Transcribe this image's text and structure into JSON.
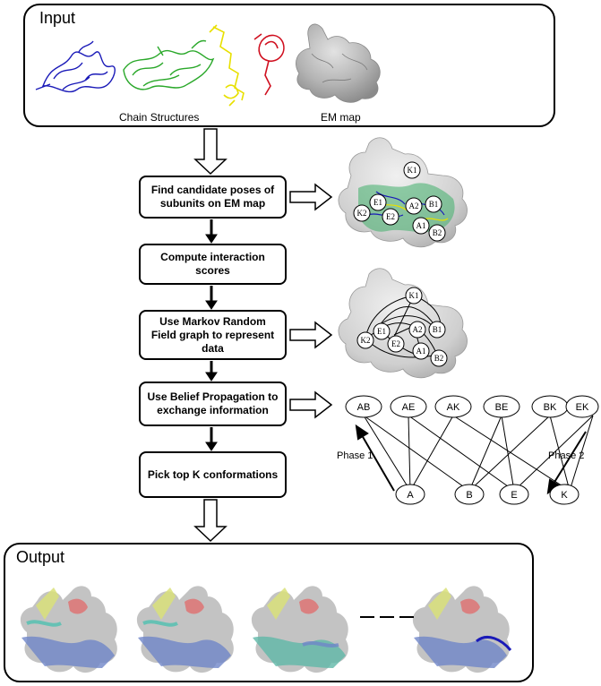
{
  "input": {
    "title": "Input",
    "chain_caption": "Chain Structures",
    "em_caption": "EM map"
  },
  "steps": [
    "Find candidate poses of subunits on EM map",
    "Compute interaction scores",
    "Use Markov Random Field graph to represent data",
    "Use Belief Propagation to exchange information",
    "Pick top K conformations"
  ],
  "map_nodes_1": [
    "K1",
    "E1",
    "K2",
    "E2",
    "A2",
    "B1",
    "A1",
    "B2"
  ],
  "map_nodes_2": [
    "K1",
    "E1",
    "K2",
    "E2",
    "A2",
    "B1",
    "A1",
    "B2"
  ],
  "bp_graph": {
    "pair_nodes": [
      "AB",
      "AE",
      "AK",
      "BE",
      "BK",
      "EK"
    ],
    "single_nodes": [
      "A",
      "B",
      "E",
      "K"
    ],
    "phase1": "Phase 1",
    "phase2": "Phase 2"
  },
  "output": {
    "title": "Output"
  },
  "colors": {
    "chain_blue": "#1a1ab8",
    "chain_green": "#2aa82a",
    "chain_yellow": "#e8e000",
    "chain_red": "#d01020",
    "em_gray": "#a8a8a8"
  }
}
